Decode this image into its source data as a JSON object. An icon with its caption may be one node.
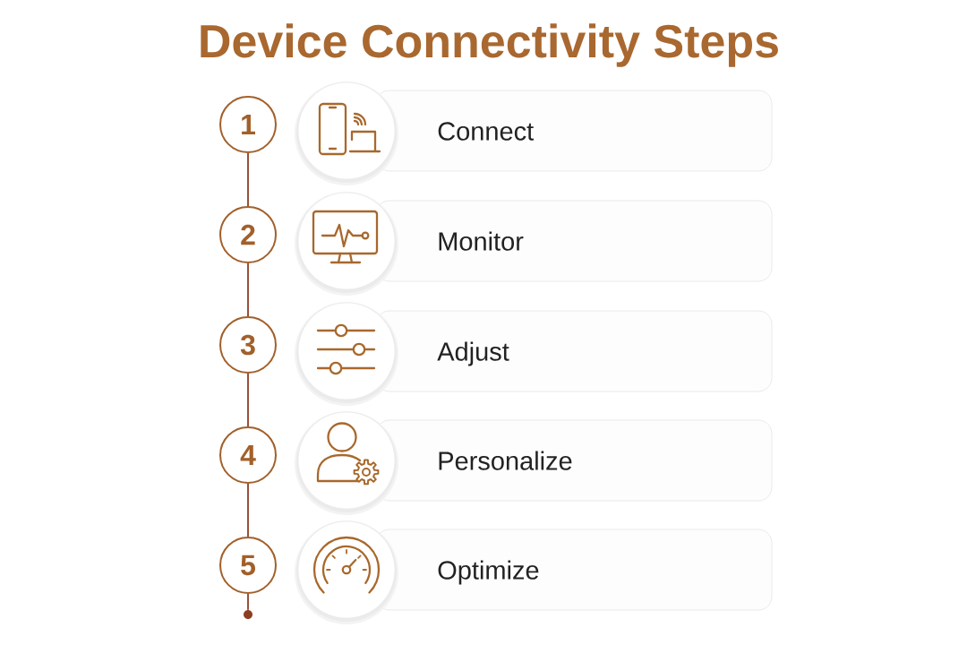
{
  "diagram": {
    "title": "Device Connectivity Steps",
    "nodes": [
      {
        "text": [
          "1"
        ]
      },
      {
        "text": [
          "Connect"
        ]
      },
      {
        "text": [
          "2"
        ]
      },
      {
        "text": [
          "Monitor"
        ]
      },
      {
        "text": [
          "3"
        ]
      },
      {
        "text": [
          "Adjust"
        ]
      },
      {
        "text": [
          "4"
        ]
      },
      {
        "text": [
          "Personalize"
        ]
      },
      {
        "text": [
          "5"
        ]
      },
      {
        "text": [
          "Optimize"
        ]
      },
      {
        "text": [],
        "shape": "circle"
      }
    ],
    "edges": [
      {
        "from": 0,
        "to": 2,
        "arrow": "none"
      },
      {
        "from": 2,
        "to": 4,
        "arrow": "none"
      },
      {
        "from": 4,
        "to": 6,
        "arrow": "none"
      },
      {
        "from": 6,
        "to": 8,
        "arrow": "none"
      },
      {
        "from": 8,
        "to": 10,
        "arrow": "none"
      }
    ]
  }
}
